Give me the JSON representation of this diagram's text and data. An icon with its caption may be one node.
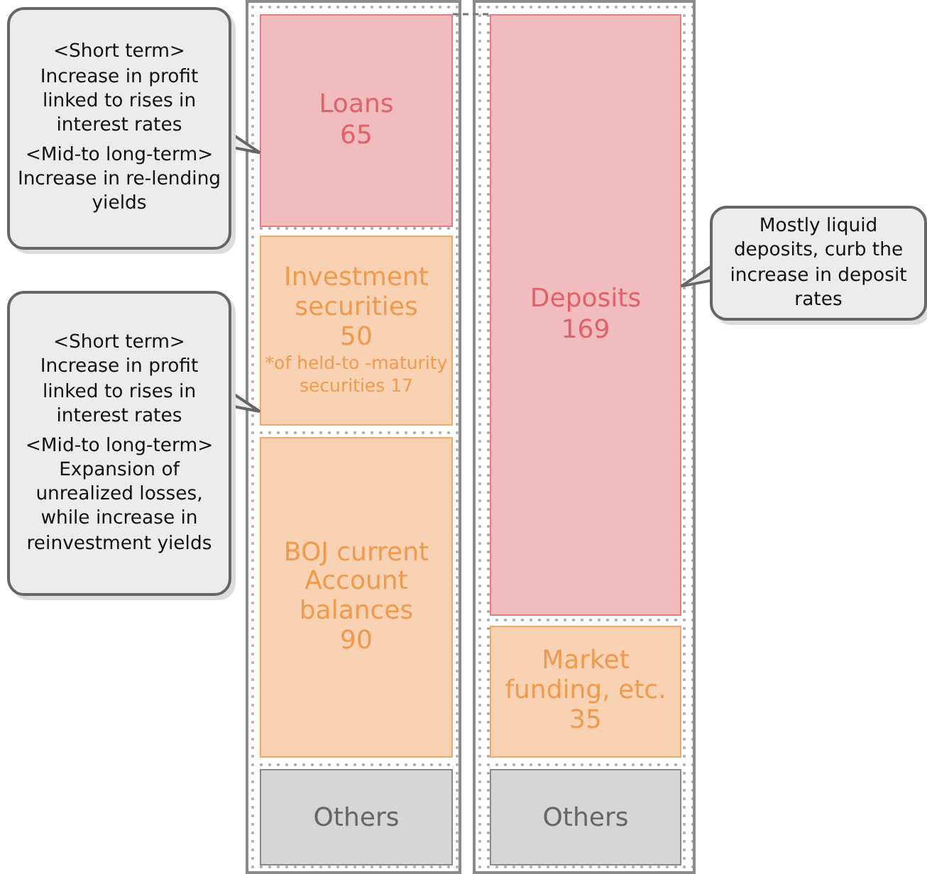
{
  "diagram": {
    "nodes": [
      {
        "text": [],
        "shape": "box"
      },
      {
        "text": [
          "Loans",
          "65"
        ],
        "in": 0
      },
      {
        "text": [
          "Investment securities",
          "50",
          "*of held-to -maturity securities 17"
        ],
        "in": 0
      },
      {
        "text": [
          "BOJ current Account balances",
          "90"
        ],
        "in": 0
      },
      {
        "text": [
          "Others"
        ],
        "in": 0
      },
      {
        "text": [],
        "shape": "box"
      },
      {
        "text": [
          "Deposits",
          "169"
        ],
        "in": 5
      },
      {
        "text": [
          "Market funding, etc.",
          "35"
        ],
        "in": 5
      },
      {
        "text": [
          "Others"
        ],
        "in": 5
      },
      {
        "text": [
          "<Short term>",
          "Increase in profit linked to rises in interest rates",
          "<Mid-to long-term>",
          "Increase in re-lending yields"
        ]
      },
      {
        "text": [
          "<Short term>",
          "Increase in profit linked to rises in interest rates",
          "<Mid-to long-term>",
          "Expansion of unrealized losses, while increase in reinvestment yields"
        ]
      },
      {
        "text": [
          "Mostly liquid deposits, curb the increase in deposit rates"
        ]
      }
    ],
    "edges": [
      {
        "from": 9,
        "to": 1,
        "arrow": "to"
      },
      {
        "from": 10,
        "to": 2,
        "arrow": "to"
      },
      {
        "from": 11,
        "to": 6,
        "arrow": "to"
      },
      {
        "from": 1,
        "to": 6,
        "arrow": "none",
        "style": "dashed"
      }
    ]
  }
}
